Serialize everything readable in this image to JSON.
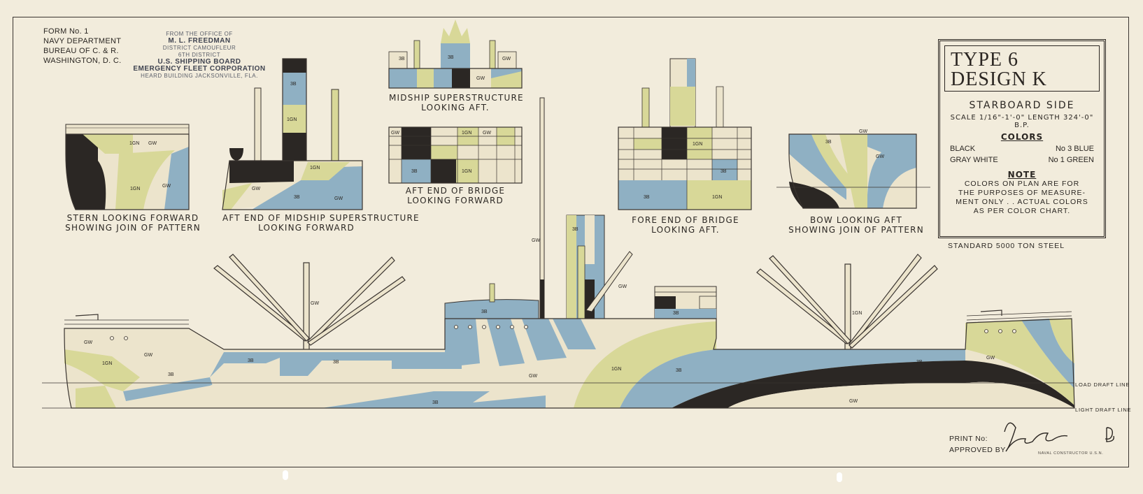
{
  "header": {
    "form": "FORM No. 1",
    "dept": "NAVY DEPARTMENT",
    "bureau": "BUREAU OF C. & R.",
    "city": "WASHINGTON, D. C."
  },
  "stamp": {
    "line1": "FROM THE OFFICE OF",
    "line2": "M. L. FREEDMAN",
    "line3": "DISTRICT CAMOUFLEUR",
    "line4": "6TH DISTRICT",
    "line5": "U.S. SHIPPING BOARD",
    "line6": "EMERGENCY FLEET CORPORATION",
    "line7": "HEARD BUILDING    JACKSONVILLE, FLA."
  },
  "title": {
    "type": "TYPE 6",
    "design": "DESIGN K",
    "side": "STARBOARD SIDE",
    "scale": "SCALE 1/16\"-1'-0\" LENGTH 324'-0\" B.P.",
    "colors_heading": "COLORS",
    "colors": [
      {
        "name": "BLACK",
        "code": "No 3 BLUE"
      },
      {
        "name": "GRAY WHITE",
        "code": "No 1 GREEN"
      }
    ],
    "note_heading": "NOTE",
    "note": [
      "COLORS ON PLAN ARE FOR",
      "THE PURPOSES OF MEASURE-",
      "MENT ONLY . . ACTUAL COLORS",
      "AS PER COLOR CHART."
    ],
    "standard": "STANDARD 5000 TON STEEL"
  },
  "captions": {
    "stern": [
      "STERN LOOKING FORWARD",
      "SHOWING JOIN OF PATTERN"
    ],
    "aft_mid": [
      "AFT END OF MIDSHIP SUPERSTRUCTURE",
      "LOOKING FORWARD"
    ],
    "midship": [
      "MIDSHIP SUPERSTRUCTURE",
      "LOOKING AFT."
    ],
    "aft_bridge": [
      "AFT END OF BRIDGE",
      "LOOKING FORWARD"
    ],
    "fore_bridge": [
      "FORE END OF BRIDGE",
      "LOOKING AFT."
    ],
    "bow": [
      "BOW LOOKING AFT",
      "SHOWING JOIN OF PATTERN"
    ]
  },
  "lines": {
    "load": "LOAD DRAFT LINE",
    "light": "LIGHT DRAFT LINE"
  },
  "labels": {
    "gw": "GW",
    "ign": "1GN",
    "tb": "3B"
  },
  "footer": {
    "print_no": "PRINT No:",
    "approved": "APPROVED BY",
    "constructor": "NAVAL CONSTRUCTOR U.S.N."
  },
  "colors": {
    "black": "#2b2724",
    "blue": "#8fb0c3",
    "green": "#d8d898",
    "white": "#ece4cc",
    "line": "#3a3430"
  }
}
